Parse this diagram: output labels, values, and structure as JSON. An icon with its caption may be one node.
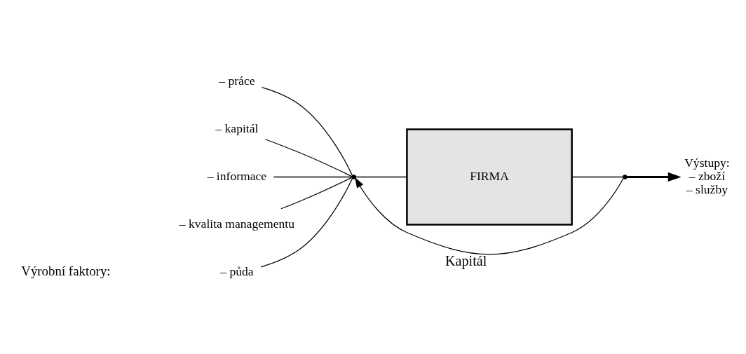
{
  "diagram": {
    "nodes": [
      {
        "text": [
          "– půda"
        ]
      },
      {
        "text": [
          "– práce"
        ]
      },
      {
        "text": [
          "– kapitál"
        ]
      },
      {
        "text": [
          "– informace"
        ]
      },
      {
        "text": [
          "– kvalita managementu"
        ]
      },
      {
        "text": [],
        "shape": "point"
      },
      {
        "text": [
          "FIRMA"
        ]
      },
      {
        "text": [],
        "shape": "point"
      },
      {
        "text": [
          "Výstupy:",
          "– zboží",
          "– služby"
        ]
      }
    ],
    "edges": [
      {
        "from": 0,
        "to": 5,
        "arrow": "none"
      },
      {
        "from": 1,
        "to": 5,
        "arrow": "none"
      },
      {
        "from": 2,
        "to": 5,
        "arrow": "none"
      },
      {
        "from": 3,
        "to": 5,
        "arrow": "none"
      },
      {
        "from": 4,
        "to": 5,
        "arrow": "none"
      },
      {
        "from": 5,
        "to": 6,
        "arrow": "none"
      },
      {
        "from": 6,
        "to": 7,
        "arrow": "none"
      },
      {
        "from": 7,
        "to": 8,
        "arrow": "to",
        "style": "thick"
      },
      {
        "from": 7,
        "to": 5,
        "arrow": "to",
        "label": "Kapitál"
      }
    ],
    "labels": [
      "Výrobní faktory:"
    ]
  }
}
